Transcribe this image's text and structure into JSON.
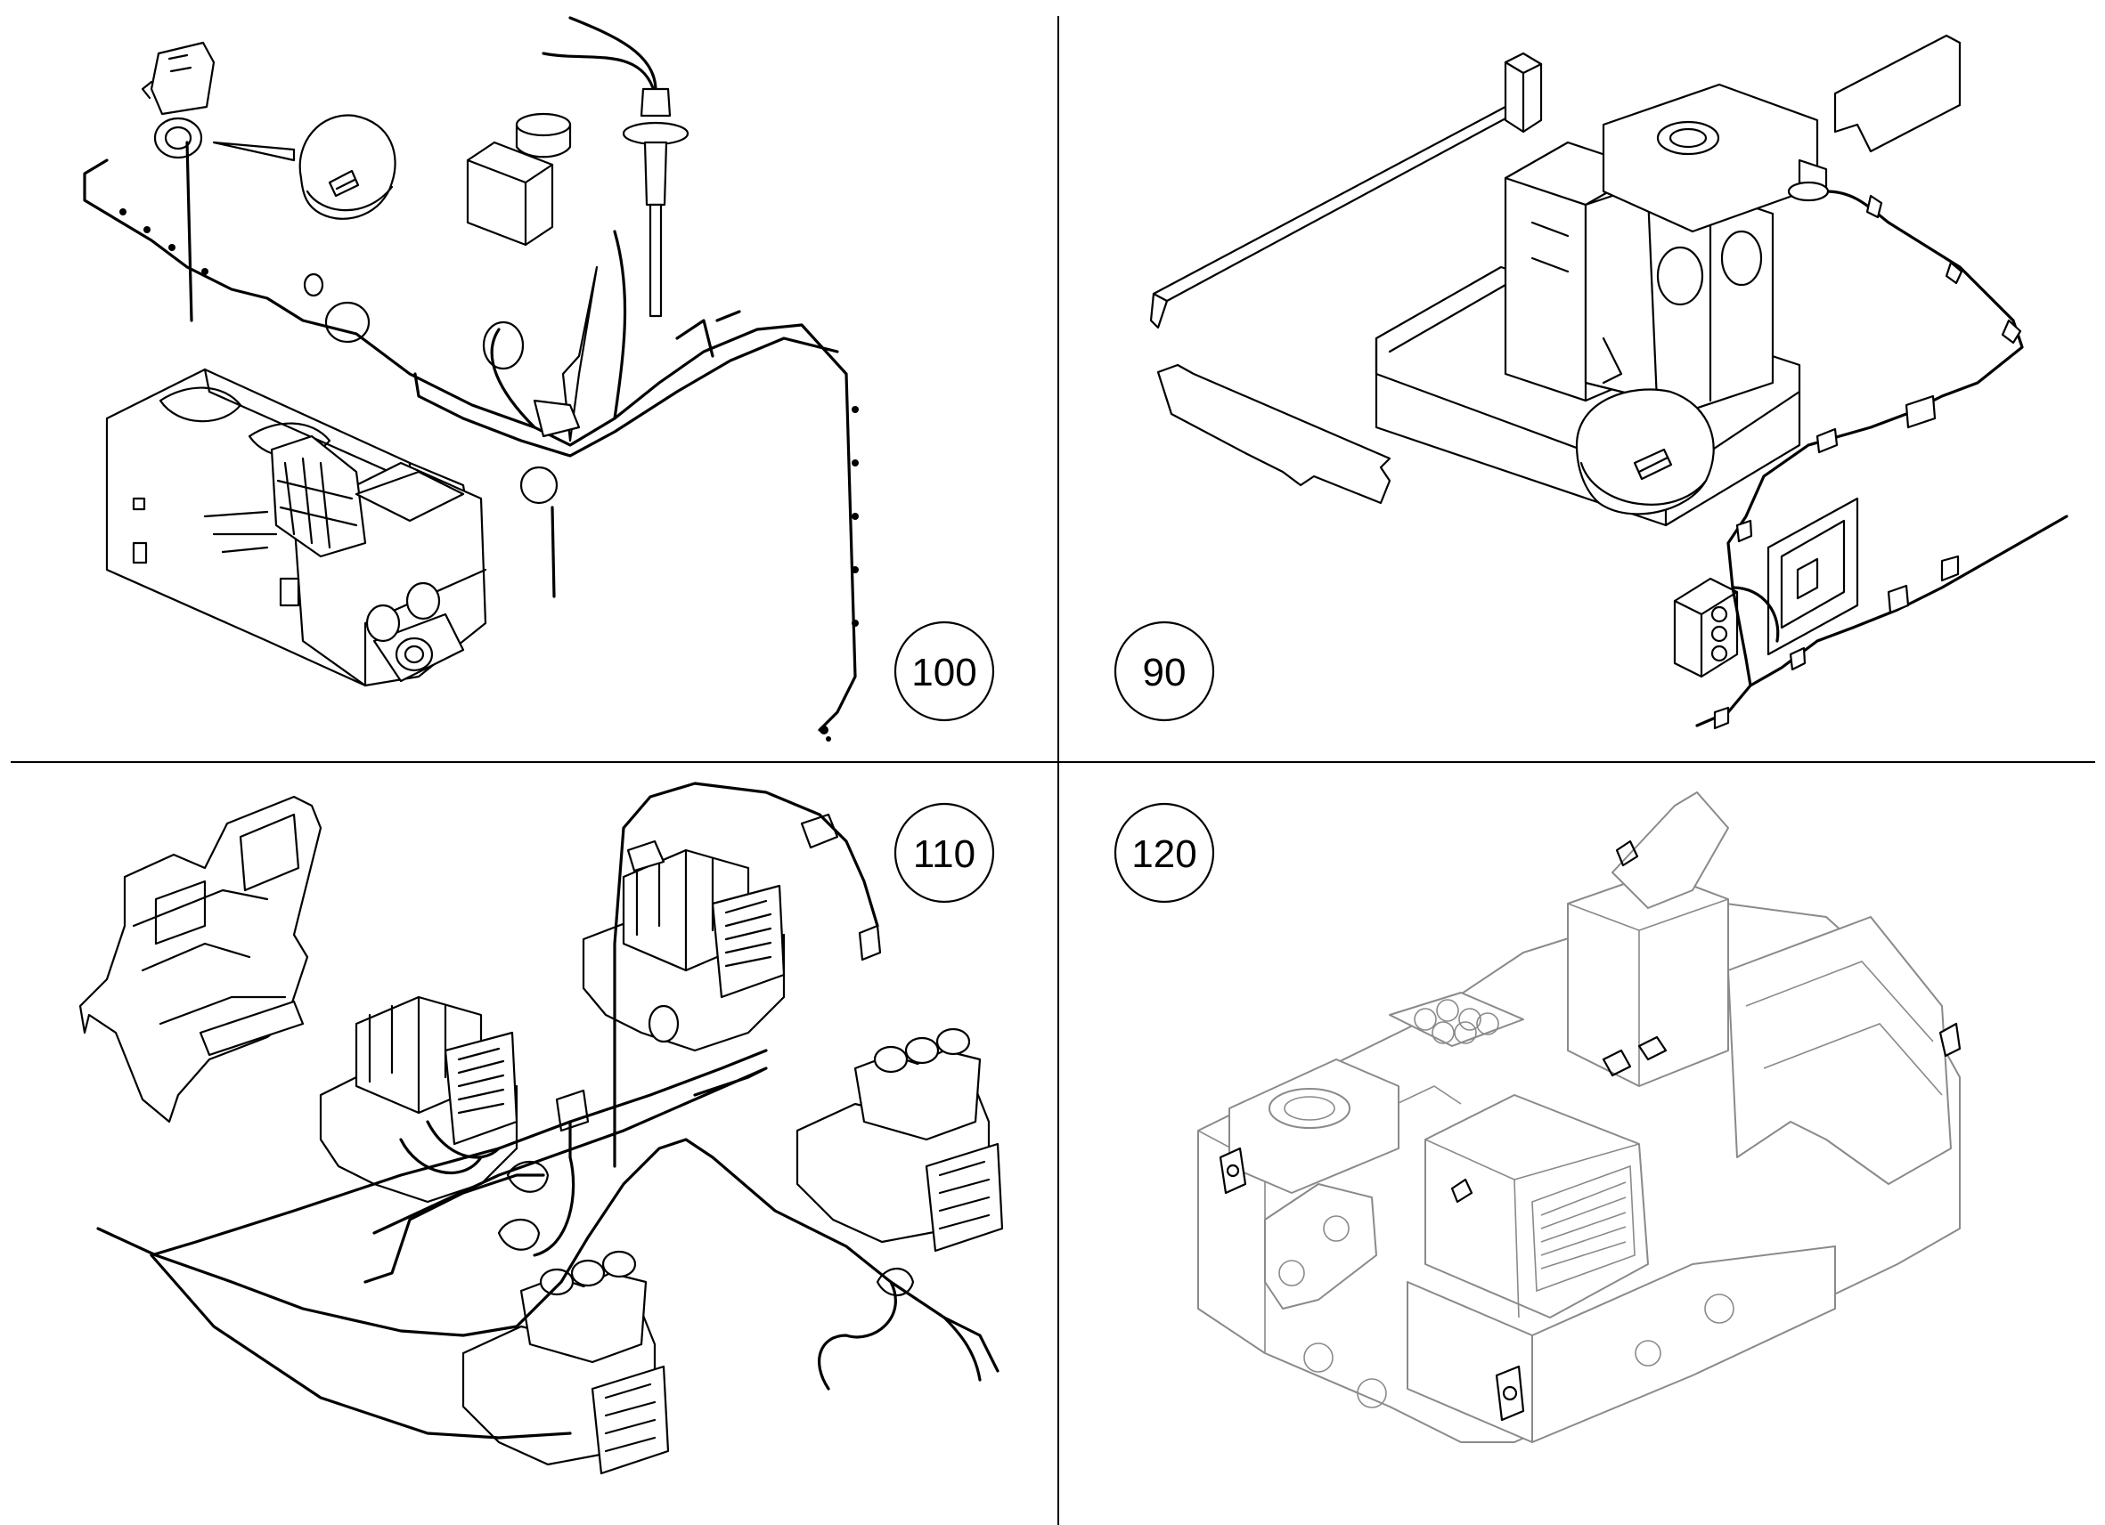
{
  "colors": {
    "line": "#000000",
    "background": "#ffffff",
    "ghost": "#8a8a8a"
  },
  "panels": [
    {
      "id": "top-left",
      "callout": "100"
    },
    {
      "id": "top-right",
      "callout": "90"
    },
    {
      "id": "bottom-left",
      "callout": "110"
    },
    {
      "id": "bottom-right",
      "callout": "120"
    }
  ]
}
